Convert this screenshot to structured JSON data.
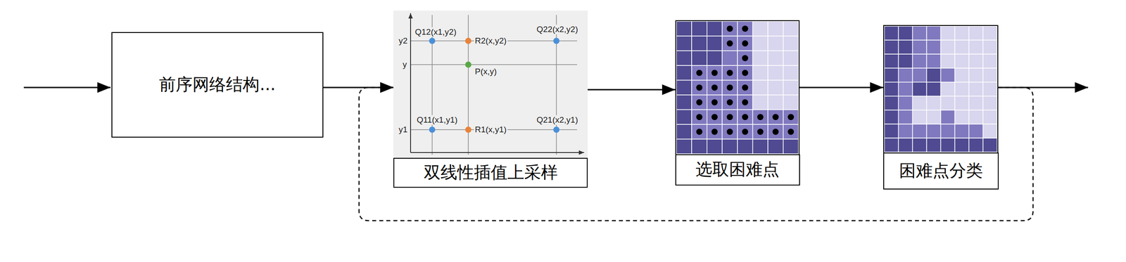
{
  "diagram": {
    "nodes": [
      {
        "text": [
          "前序网络结构..."
        ]
      },
      {
        "text": [
          "双线性插值上采样"
        ]
      },
      {
        "text": [
          "选取困难点"
        ]
      },
      {
        "text": [
          "困难点分类"
        ]
      }
    ],
    "edges": [
      {
        "from": 0,
        "to": 1,
        "arrow": "to"
      },
      {
        "from": 1,
        "to": 2,
        "arrow": "to"
      },
      {
        "from": 2,
        "to": 3,
        "arrow": "to"
      },
      {
        "from": 3,
        "to": 1,
        "arrow": "to"
      }
    ],
    "labels": [
      "Q12(x1,y2)",
      "R2(x,y2)",
      "Q22(x2,y2)",
      "y2",
      "y",
      "P(x,y)",
      "Q11(x1,y1)",
      "R1(x,y1)",
      "Q21(x2,y1)",
      "y1"
    ]
  }
}
